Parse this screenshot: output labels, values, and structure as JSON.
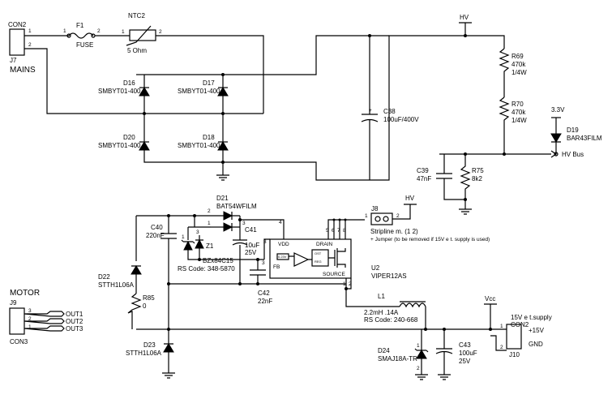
{
  "connectors": {
    "con2_mains": {
      "ref": "CON2",
      "alt": "J7",
      "label": "MAINS",
      "pins": [
        "1",
        "2"
      ]
    },
    "j9_motor": {
      "label": "MOTOR",
      "ref": "J9",
      "alt": "CON3",
      "pins": [
        "3",
        "2",
        "1"
      ],
      "outputs": [
        "OUT1",
        "OUT2",
        "OUT3"
      ]
    },
    "con2_supply": {
      "note": "15V e t.supply",
      "ref": "CON2",
      "alt": "J10",
      "pin_labels": [
        "+15V",
        "GND"
      ],
      "pins": [
        "1",
        "2"
      ]
    }
  },
  "fuse": {
    "ref": "F1",
    "value": "FUSE",
    "pins": [
      "1",
      "2"
    ]
  },
  "ntc": {
    "ref": "NTC2",
    "value": "5 Ohm",
    "pins": [
      "1",
      "2"
    ]
  },
  "bridge": [
    {
      "ref": "D16",
      "value": "SMBYT01-400"
    },
    {
      "ref": "D17",
      "value": "SMBYT01-400"
    },
    {
      "ref": "D20",
      "value": "SMBYT01-400"
    },
    {
      "ref": "D18",
      "value": "SMBYT01-400"
    }
  ],
  "c38": {
    "ref": "C38",
    "value": "100uF/400V",
    "plus": "+"
  },
  "hv": {
    "top": "HV",
    "bus": "HV Bus",
    "j8": "HV"
  },
  "r69": {
    "ref": "R69",
    "v1": "470k",
    "v2": "1/4W"
  },
  "r70": {
    "ref": "R70",
    "v1": "470k",
    "v2": "1/4W"
  },
  "d19": {
    "ref": "D19",
    "value": "BAR43FILM",
    "rail": "3.3V"
  },
  "c39": {
    "ref": "C39",
    "value": "47nF"
  },
  "r75": {
    "ref": "R75",
    "value": "8k2"
  },
  "d21": {
    "ref": "D21",
    "value": "BAT54WFILM",
    "pins": [
      "2",
      "1",
      "3"
    ]
  },
  "c40": {
    "ref": "C40",
    "value": "220nF"
  },
  "c41": {
    "ref": "C41",
    "value": "10uF",
    "v2": "25V"
  },
  "z1": {
    "ref": "Z1",
    "value": "BZx84C15",
    "code": "RS Code: 348-5870",
    "pins": [
      "1",
      "3"
    ]
  },
  "c42": {
    "ref": "C42",
    "value": "22nF"
  },
  "u2": {
    "ref": "U2",
    "value": "VIPER12AS",
    "vdd": "VDD",
    "fb": "FB",
    "drain": "DRAIN",
    "source": "SOURCE",
    "inner": [
      "0.23V",
      "OST",
      "REG"
    ],
    "pins": [
      "4",
      "3",
      "5",
      "6",
      "7",
      "8",
      "1",
      "2"
    ]
  },
  "j8": {
    "ref": "J8",
    "text": "Stripline m. (1 2)",
    "note": "+ Jumper (to be removed if 15V e t. supply is used)",
    "pins": [
      "1",
      "2"
    ]
  },
  "d22": {
    "ref": "D22",
    "value": "STTH1L06A"
  },
  "r85": {
    "ref": "R85",
    "value": "0"
  },
  "d23": {
    "ref": "D23",
    "value": "STTH1L06A"
  },
  "l1": {
    "ref": "L1",
    "value": "2.2mH .14A",
    "code": "RS Code: 240-668"
  },
  "d24": {
    "ref": "D24",
    "value": "SMAJ18A-TR",
    "pins": [
      "1",
      "2"
    ]
  },
  "c43": {
    "ref": "C43",
    "value": "100uF",
    "v2": "25V"
  },
  "vcc": {
    "label": "Vcc"
  }
}
